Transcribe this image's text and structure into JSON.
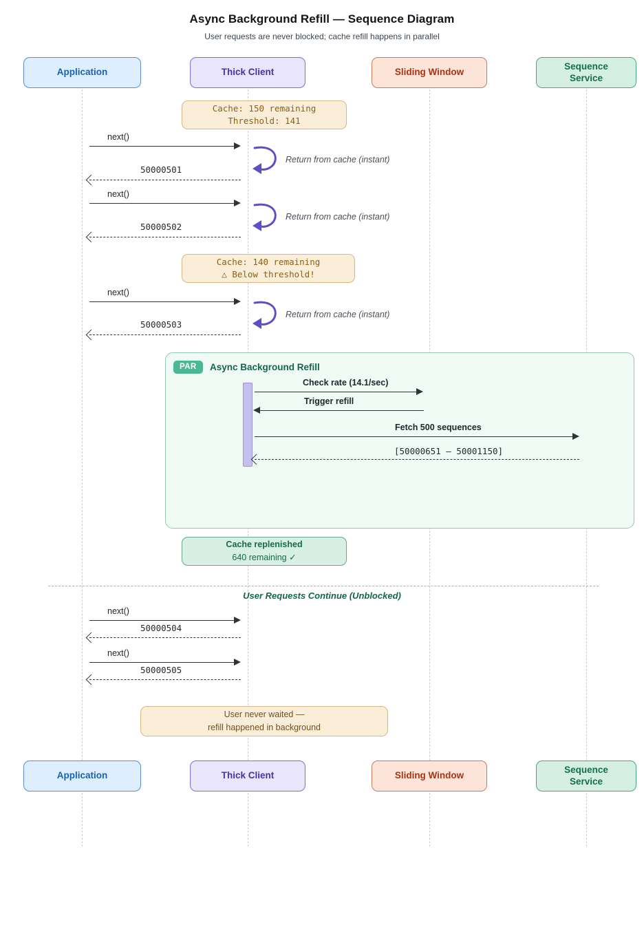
{
  "header": {
    "title": "Async Background Refill — Sequence Diagram",
    "subtitle": "User requests are never blocked; cache refill happens in parallel"
  },
  "participants": [
    {
      "id": "app",
      "label": "Application",
      "label_l1": "Application",
      "label_l2": ""
    },
    {
      "id": "thick",
      "label": "Thick Client",
      "label_l1": "Thick Client",
      "label_l2": ""
    },
    {
      "id": "slide",
      "label": "Sliding Window",
      "label_l1": "Sliding Window",
      "label_l2": ""
    },
    {
      "id": "seq",
      "label": "Sequence Service",
      "label_l1": "Sequence",
      "label_l2": "Service"
    }
  ],
  "notes": {
    "cache_150": {
      "l1": "Cache: 150 remaining",
      "l2": "Threshold: 141"
    },
    "cache_140": {
      "l1": "Cache: 140 remaining",
      "l2": "△ Below threshold!"
    },
    "replenished": {
      "l1": "Cache replenished",
      "l2": "640 remaining ✓"
    },
    "never_waited": {
      "l1": "User never waited —",
      "l2": "refill happened in background"
    }
  },
  "messages": {
    "next_1": "next()",
    "ret_1": "50000501",
    "next_2": "next()",
    "ret_2": "50000502",
    "next_3": "next()",
    "ret_3": "50000503",
    "next_4": "next()",
    "ret_4": "50000504",
    "next_5": "next()",
    "ret_5": "50000505",
    "check_rate": "Check rate (14.1/sec)",
    "trigger_refill": "Trigger refill",
    "fetch": "Fetch 500 sequences",
    "range": "[50000651 — 50001150]"
  },
  "self_notes": {
    "s1": "Return from cache (instant)",
    "s2": "Return from cache (instant)",
    "s3": "Return from cache (instant)"
  },
  "par": {
    "badge": "PAR",
    "label": "Async Background Refill"
  },
  "divider": {
    "label": "User Requests Continue (Unblocked)"
  },
  "colors": {
    "app_fill": "#ddeeff",
    "app_stroke": "#5b8fc4",
    "app_text": "#1b62ad",
    "thick_fill": "#e9e5fb",
    "thick_stroke": "#7b6fcf",
    "thick_text": "#4534a8",
    "slide_fill": "#fce4d8",
    "slide_stroke": "#c97b54",
    "slide_text": "#a33517",
    "seq_fill": "#d5efe2",
    "seq_stroke": "#4aa585",
    "seq_text": "#117049",
    "note_fill": "#faeed9",
    "note_stroke": "#d9b684",
    "note_text": "#8a6018",
    "green_note_fill": "#d8efe4",
    "green_note_stroke": "#62ab8e",
    "green_note_text": "#136b4c",
    "par_fill": "#effaf5",
    "par_stroke": "#8fc9b3",
    "par_badge": "#4cb795",
    "activation": "#c5c0ef",
    "arrow": "#2f3439",
    "selfloop": "#5b4fc4",
    "lifeline": "#c9ccd1",
    "divider": "#7fc4ad"
  }
}
